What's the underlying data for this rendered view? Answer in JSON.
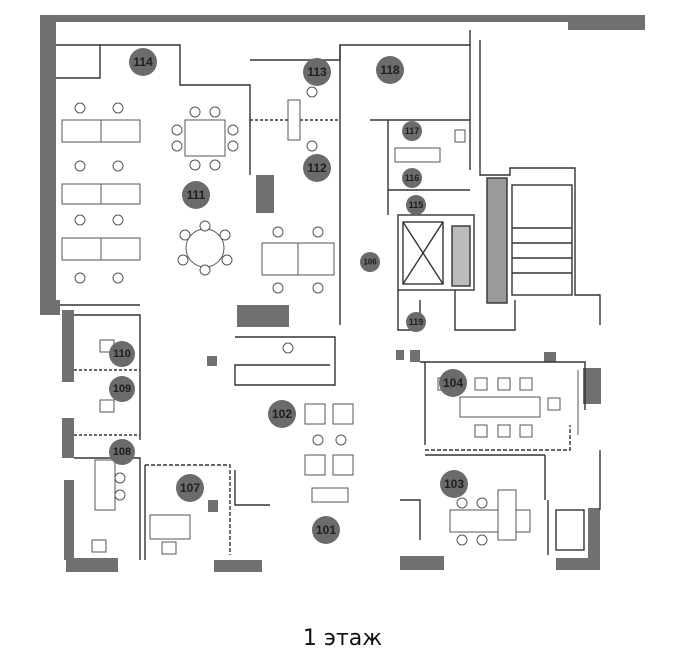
{
  "floor_label": "1 этаж",
  "colors": {
    "wall": "#707070",
    "line": "#333333",
    "badge": "#6b6b6b",
    "badge_text": "#1e1e1e"
  },
  "rooms": [
    {
      "id": "101",
      "label": "101"
    },
    {
      "id": "102",
      "label": "102"
    },
    {
      "id": "103",
      "label": "103"
    },
    {
      "id": "104",
      "label": "104"
    },
    {
      "id": "106",
      "label": "106"
    },
    {
      "id": "107",
      "label": "107"
    },
    {
      "id": "108",
      "label": "108"
    },
    {
      "id": "109",
      "label": "109"
    },
    {
      "id": "110",
      "label": "110"
    },
    {
      "id": "111",
      "label": "111"
    },
    {
      "id": "112",
      "label": "112"
    },
    {
      "id": "113",
      "label": "113"
    },
    {
      "id": "114",
      "label": "114"
    },
    {
      "id": "115",
      "label": "115"
    },
    {
      "id": "116",
      "label": "116"
    },
    {
      "id": "117",
      "label": "117"
    },
    {
      "id": "118",
      "label": "118"
    },
    {
      "id": "119",
      "label": "119"
    }
  ]
}
